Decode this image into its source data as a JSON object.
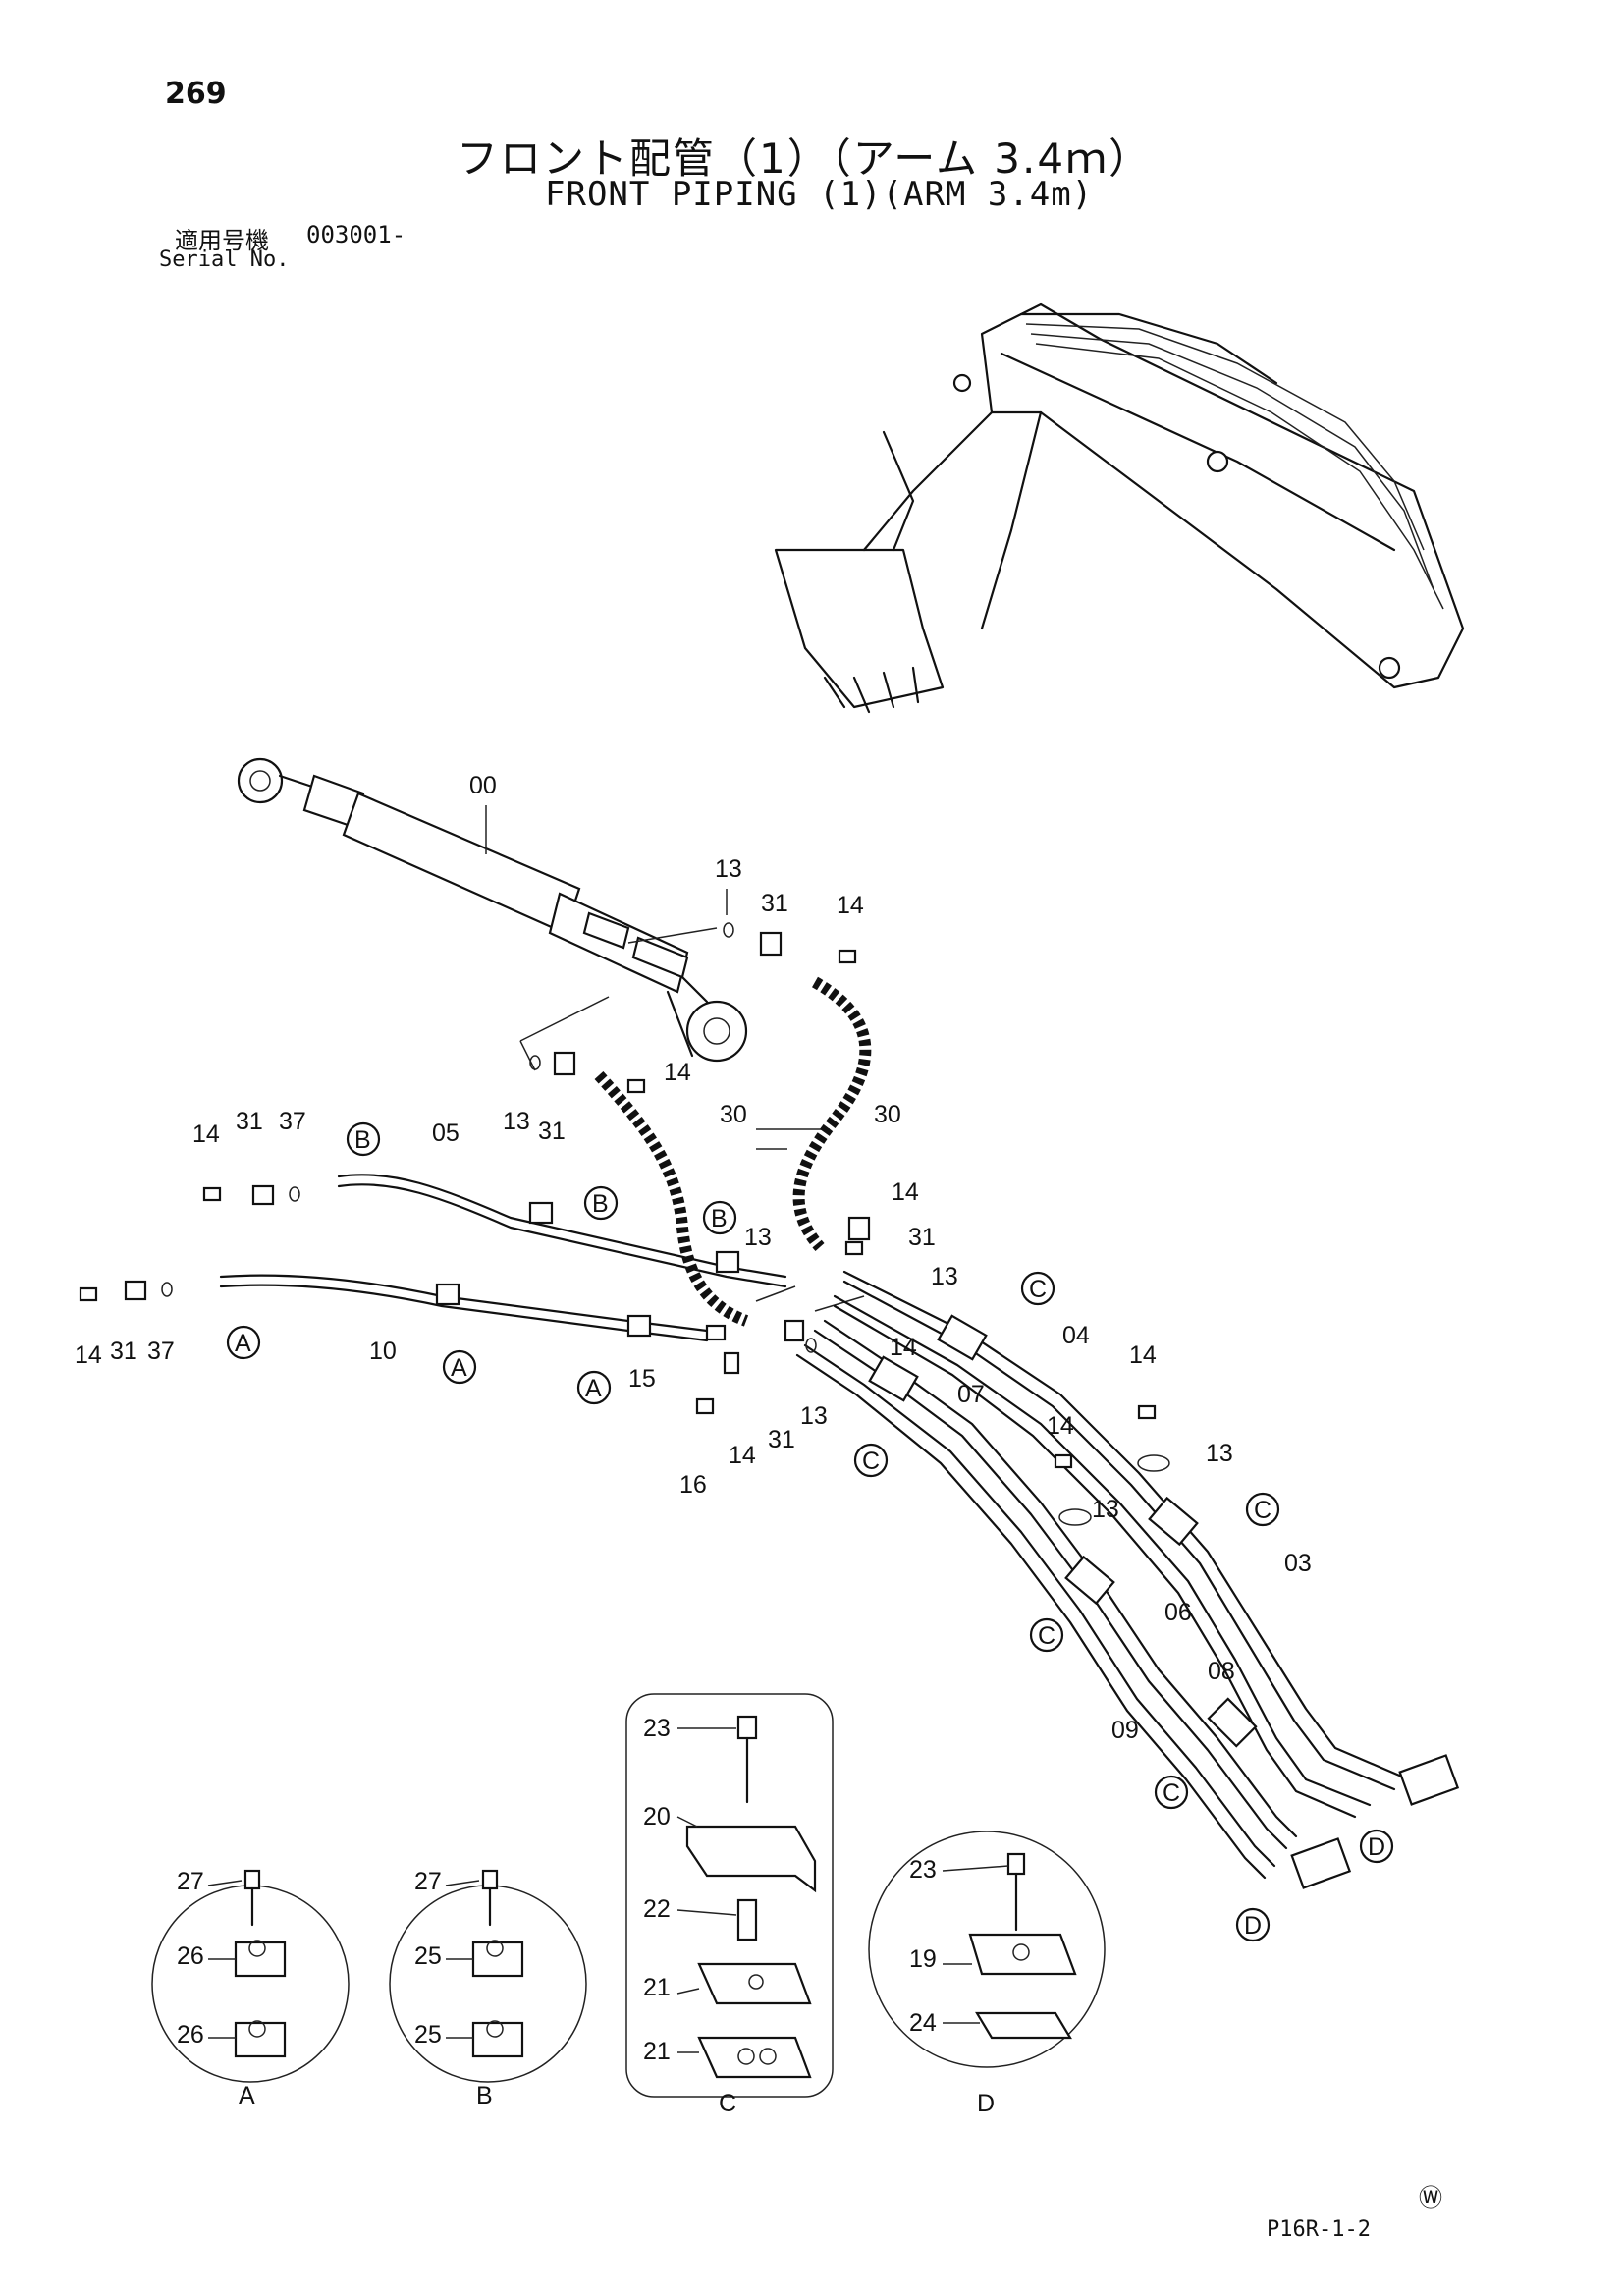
{
  "page_number": "269",
  "title_jp": "フロント配管（1）（アーム 3.4ｍ）",
  "title_en": "FRONT PIPING (1)(ARM 3.4m)",
  "serial": {
    "label_jp": "適用号機",
    "number": "003001-",
    "label_en": "Serial No."
  },
  "callouts": {
    "c00": "00",
    "c13a": "13",
    "c31a": "31",
    "c14a": "14",
    "c14b": "14",
    "c13b": "13",
    "c31b": "31",
    "c14c": "14",
    "c31c": "31",
    "c37a": "37",
    "c05": "05",
    "c30a": "30",
    "c30b": "30",
    "c14d": "14",
    "c31d": "31",
    "c13c": "13",
    "c13d": "13",
    "c14e": "14",
    "c31e": "31",
    "c37b": "37",
    "c10": "10",
    "c15": "15",
    "c16": "16",
    "c14f": "14",
    "c31f": "31",
    "c13e": "13",
    "c14g": "14",
    "c04": "04",
    "c07": "07",
    "c14h": "14",
    "c13f": "13",
    "c14i": "14",
    "c13g": "13",
    "c03": "03",
    "c06": "06",
    "c08": "08",
    "c09": "09"
  },
  "circle_labels": {
    "A1": "A",
    "A2": "A",
    "A3": "A",
    "B1": "B",
    "B2": "B",
    "B3": "B",
    "C1": "C",
    "C2": "C",
    "C3": "C",
    "C4": "C",
    "C5": "C",
    "D1": "D",
    "D2": "D"
  },
  "details": {
    "A": {
      "label": "A",
      "parts": [
        "27",
        "26",
        "26"
      ]
    },
    "B": {
      "label": "B",
      "parts": [
        "27",
        "25",
        "25"
      ]
    },
    "C": {
      "label": "C",
      "parts": [
        "23",
        "20",
        "22",
        "21",
        "21"
      ]
    },
    "D": {
      "label": "D",
      "parts": [
        "23",
        "19",
        "24"
      ]
    }
  },
  "mark": "Ⓦ",
  "page_code": "P16R-1-2"
}
